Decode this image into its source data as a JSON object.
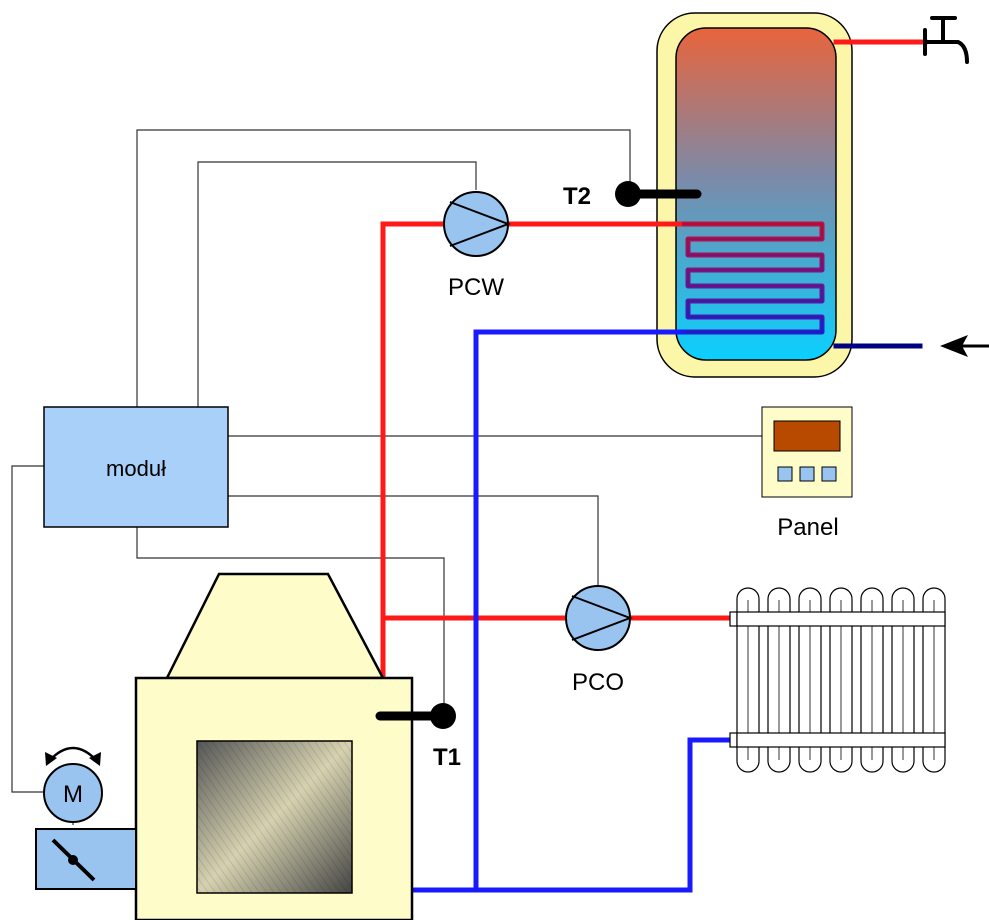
{
  "labels": {
    "module": "moduł",
    "panel": "Panel",
    "pump_cw": "PCW",
    "pump_co": "PCO",
    "sensor_t1": "T1",
    "sensor_t2": "T2",
    "motor": "M"
  },
  "colors": {
    "hot_pipe": "#ff1a1a",
    "cold_pipe": "#1a1aff",
    "inlet_pipe": "#000080",
    "signal_wire": "#333333",
    "module_fill": "#a8d0f8",
    "pump_fill": "#99c4f0",
    "boiler_fill": "#fefcc8",
    "tank_shell": "#fbf6a8",
    "panel_display": "#b84a00",
    "panel_buttons": "#99c4f0",
    "radiator_fill": "#ffffff",
    "sensor": "#000000"
  },
  "icons": {
    "tap": "water-tap-icon",
    "inlet_arrow": "arrow-left-icon",
    "motor_rotation": "rotation-arrows-icon",
    "damper": "damper-icon"
  }
}
